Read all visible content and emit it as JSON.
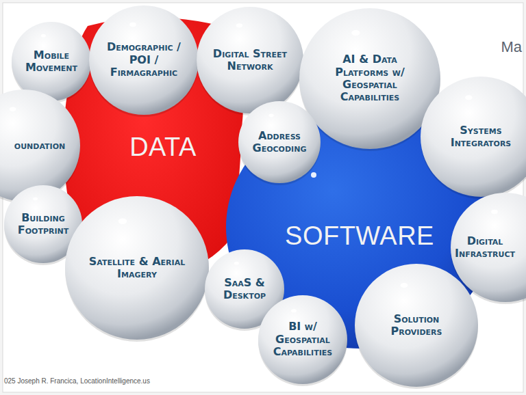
{
  "diagram": {
    "caption": "025 Joseph R. Francica, LocationIntelligence.us",
    "nodes": [
      {
        "text": [
          "DATA"
        ]
      },
      {
        "text": [
          "SOFTWARE"
        ]
      },
      {
        "text": [
          "Mobile Movement"
        ]
      },
      {
        "text": [
          "Demographic / POI / Firmagraphic"
        ]
      },
      {
        "text": [
          "Digital Street Network"
        ]
      },
      {
        "text": [
          "AI & Data Platforms w/ Geospatial Capabilities"
        ]
      },
      {
        "text": [
          "Systems Integrators"
        ]
      },
      {
        "text": [
          "Address Geocoding"
        ]
      },
      {
        "text": [
          "oundation"
        ]
      },
      {
        "text": [
          "Building Footprint"
        ]
      },
      {
        "text": [
          "Digital Infrastruct"
        ]
      },
      {
        "text": [
          "Satellite & Aerial Imagery"
        ]
      },
      {
        "text": [
          "SaaS & Desktop"
        ]
      },
      {
        "text": [
          "BI w/ Geospatial Capabilities"
        ]
      },
      {
        "text": [
          "Solution Providers"
        ]
      }
    ],
    "labels": [
      "Ma"
    ]
  }
}
